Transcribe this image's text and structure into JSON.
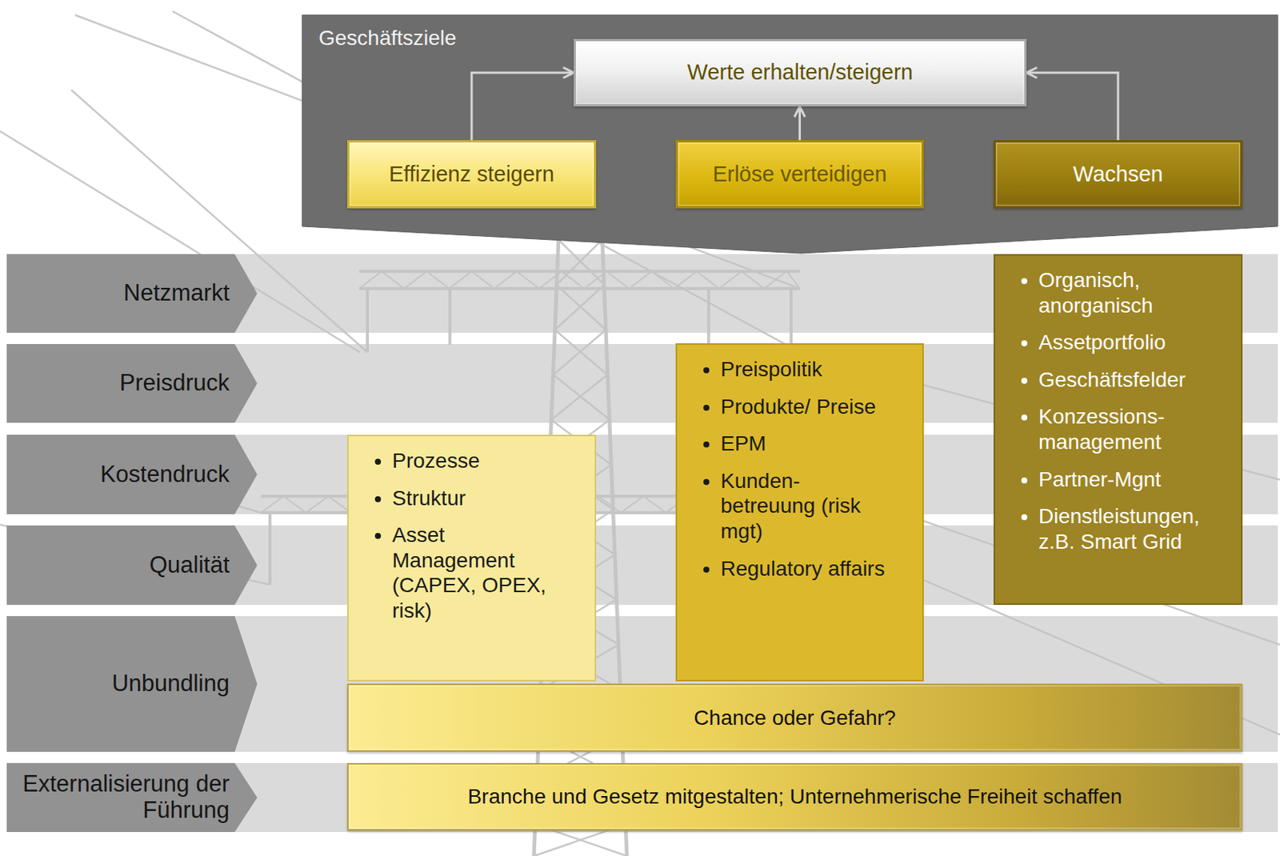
{
  "diagram": {
    "nodes": [
      {
        "text": [
          "Geschäftsziele"
        ]
      },
      {
        "text": [
          "Werte erhalten/steigern"
        ],
        "in": 0
      },
      {
        "text": [
          "Effizienz steigern"
        ],
        "in": 0
      },
      {
        "text": [
          "Erlöse verteidigen"
        ],
        "in": 0
      },
      {
        "text": [
          "Wachsen"
        ],
        "in": 0
      },
      {
        "text": [
          "Netzmarkt"
        ]
      },
      {
        "text": [
          "Organisch, anorganisch",
          "Assetportfolio",
          "Geschäftsfelder",
          "Konzessions- management",
          "Partner-Mgnt",
          "Dienstleistungen, z.B. Smart Grid"
        ]
      },
      {
        "text": [
          "Preisdruck"
        ]
      },
      {
        "text": [
          "Preispolitik",
          "Produkte/ Preise",
          "EPM",
          "Kunden- betreuung (risk mgt)",
          "Regulatory affairs"
        ]
      },
      {
        "text": [
          "Kostendruck"
        ]
      },
      {
        "text": [
          "Prozesse",
          "Struktur",
          "Asset Management (CAPEX, OPEX, risk)"
        ]
      },
      {
        "text": [
          "Qualität"
        ]
      },
      {
        "text": [
          "Unbundling"
        ]
      },
      {
        "text": [
          "Chance oder Gefahr?"
        ]
      },
      {
        "text": [
          "Externalisierung der Führung"
        ]
      },
      {
        "text": [
          "Branche und Gesetz mitgestalten; Unternehmerische Freiheit schaffen"
        ]
      }
    ],
    "edges": [
      {
        "from": 2,
        "to": 1,
        "arrow": "to"
      },
      {
        "from": 3,
        "to": 1,
        "arrow": "to"
      },
      {
        "from": 4,
        "to": 1,
        "arrow": "to"
      }
    ]
  }
}
